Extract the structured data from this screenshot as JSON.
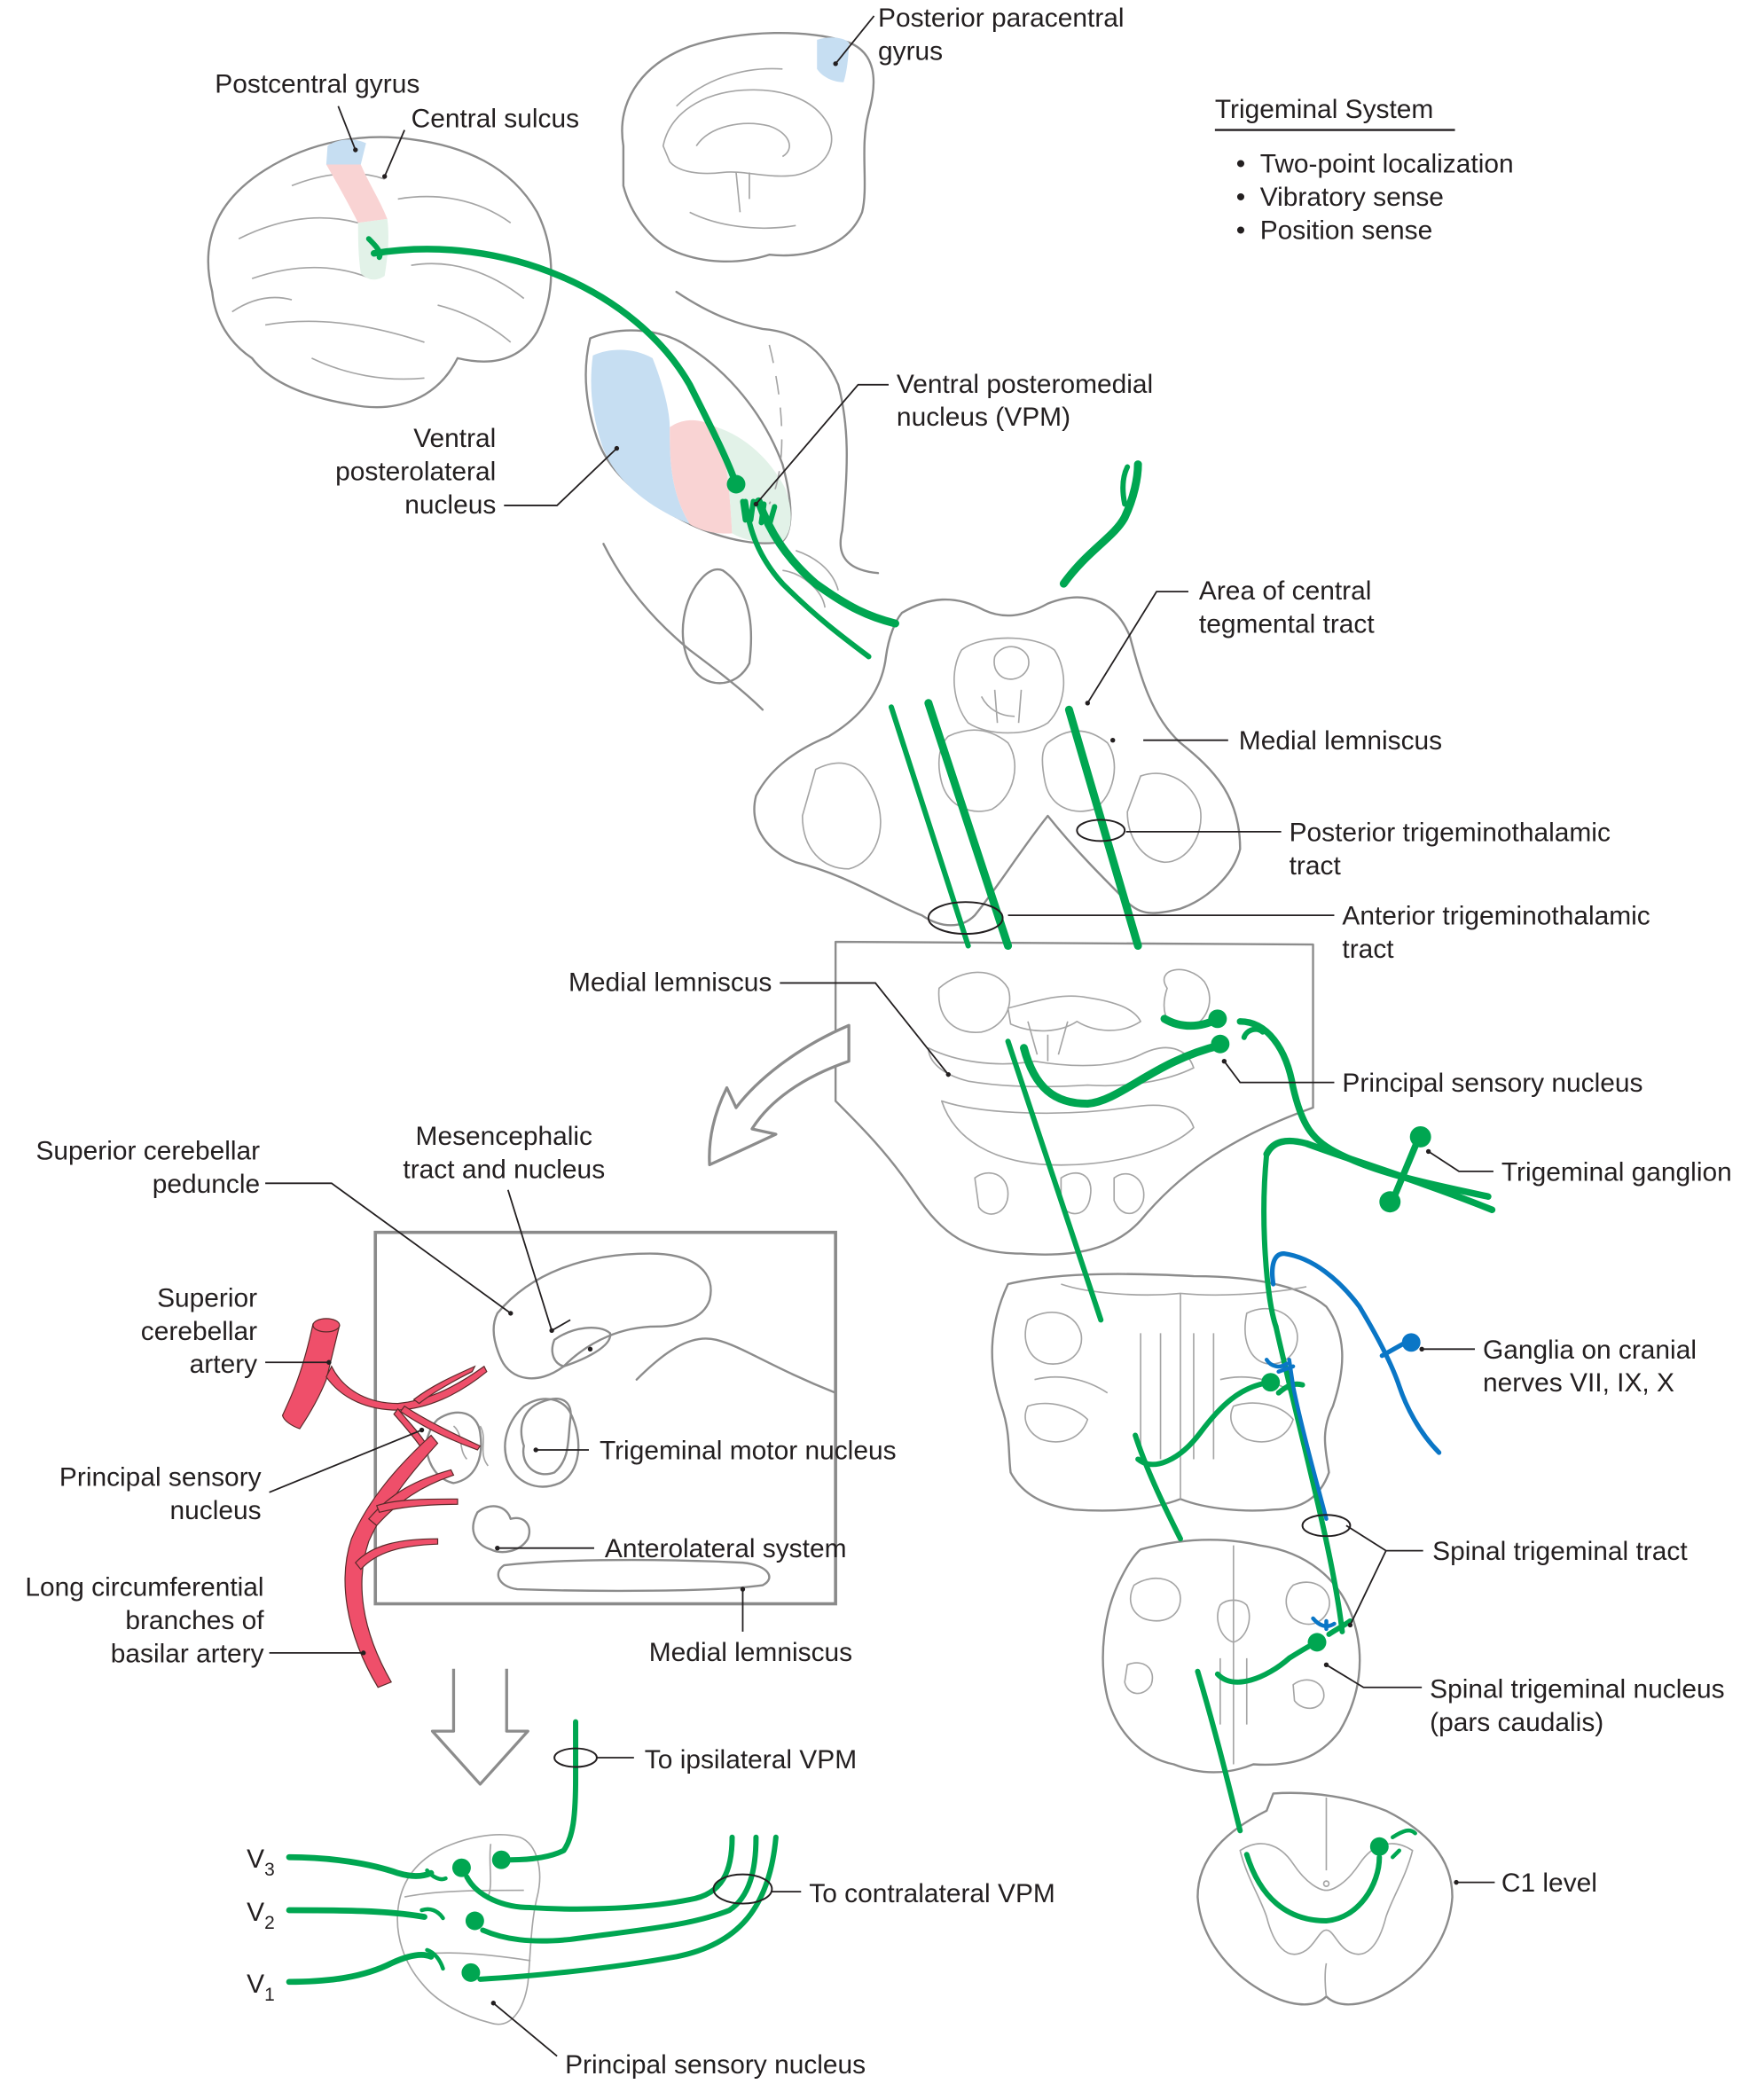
{
  "figure": {
    "title": "Trigeminal System",
    "functions": [
      "Two-point localization",
      "Vibratory sense",
      "Position sense"
    ],
    "colors": {
      "pathway_green": "#00a651",
      "cranial_nerve_blue": "#0a76c6",
      "artery_red": "#ef4f6a",
      "vpl_region_blue": "#c6def2",
      "middle_region_pink": "#f9d3d3",
      "vpm_region_green": "#e2f2e8",
      "outline_gray": "#8c8c8c",
      "label_text": "#231f20"
    }
  },
  "labels": {
    "postcentral_gyrus": "Postcentral gyrus",
    "central_sulcus": "Central sulcus",
    "posterior_paracentral_gyrus": [
      "Posterior paracentral",
      "gyrus"
    ],
    "vpm": [
      "Ventral posteromedial",
      "nucleus (VPM)"
    ],
    "vpl": [
      "Ventral",
      "posterolateral",
      "nucleus"
    ],
    "central_tegmental": [
      "Area of central",
      "tegmental tract"
    ],
    "medial_lemniscus_midbrain": "Medial lemniscus",
    "posterior_trigeminothalamic": [
      "Posterior trigeminothalamic",
      "tract"
    ],
    "anterior_trigeminothalamic": [
      "Anterior trigeminothalamic",
      "tract"
    ],
    "medial_lemniscus_pons": "Medial lemniscus",
    "principal_sensory_nucleus_pons": "Principal sensory nucleus",
    "trigeminal_ganglion": "Trigeminal ganglion",
    "superior_cerebellar_peduncle": [
      "Superior cerebellar",
      "peduncle"
    ],
    "mesencephalic": [
      "Mesencephalic",
      "tract and nucleus"
    ],
    "superior_cerebellar_artery": [
      "Superior",
      "cerebellar",
      "artery"
    ],
    "principal_sensory_nucleus_inset": [
      "Principal sensory",
      "nucleus"
    ],
    "trigeminal_motor_nucleus": "Trigeminal motor nucleus",
    "anterolateral_system": "Anterolateral system",
    "long_circumferential": [
      "Long circumferential",
      "branches of",
      "basilar artery"
    ],
    "medial_lemniscus_inset": "Medial lemniscus",
    "ganglia_cranial_nerves": [
      "Ganglia on cranial",
      "nerves VII, IX, X"
    ],
    "spinal_trigeminal_tract": "Spinal trigeminal tract",
    "spinal_trigeminal_nucleus": [
      "Spinal trigeminal nucleus",
      "(pars caudalis)"
    ],
    "c1_level": "C1 level",
    "to_ipsilateral_vpm": "To ipsilateral VPM",
    "to_contralateral_vpm": "To contralateral VPM",
    "principal_sensory_nucleus_detail": "Principal sensory nucleus",
    "divisions": [
      {
        "base": "V",
        "sub": "3"
      },
      {
        "base": "V",
        "sub": "2"
      },
      {
        "base": "V",
        "sub": "1"
      }
    ]
  }
}
